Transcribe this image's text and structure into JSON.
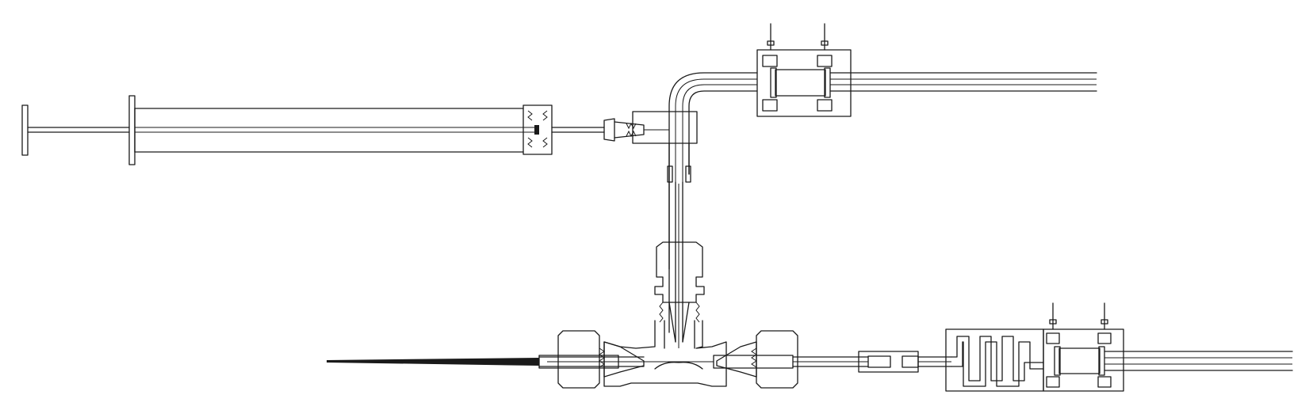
{
  "diagram": {
    "stroke_color": "#1a1a1a",
    "background_color": "#ffffff",
    "components": [
      "syringe",
      "luer-fitting",
      "elbow-tube",
      "upper-valve-block",
      "vertical-capillary",
      "compression-nut",
      "tee-union",
      "needle",
      "connector-sleeve",
      "serpentine-mixer",
      "lower-valve-block"
    ]
  }
}
